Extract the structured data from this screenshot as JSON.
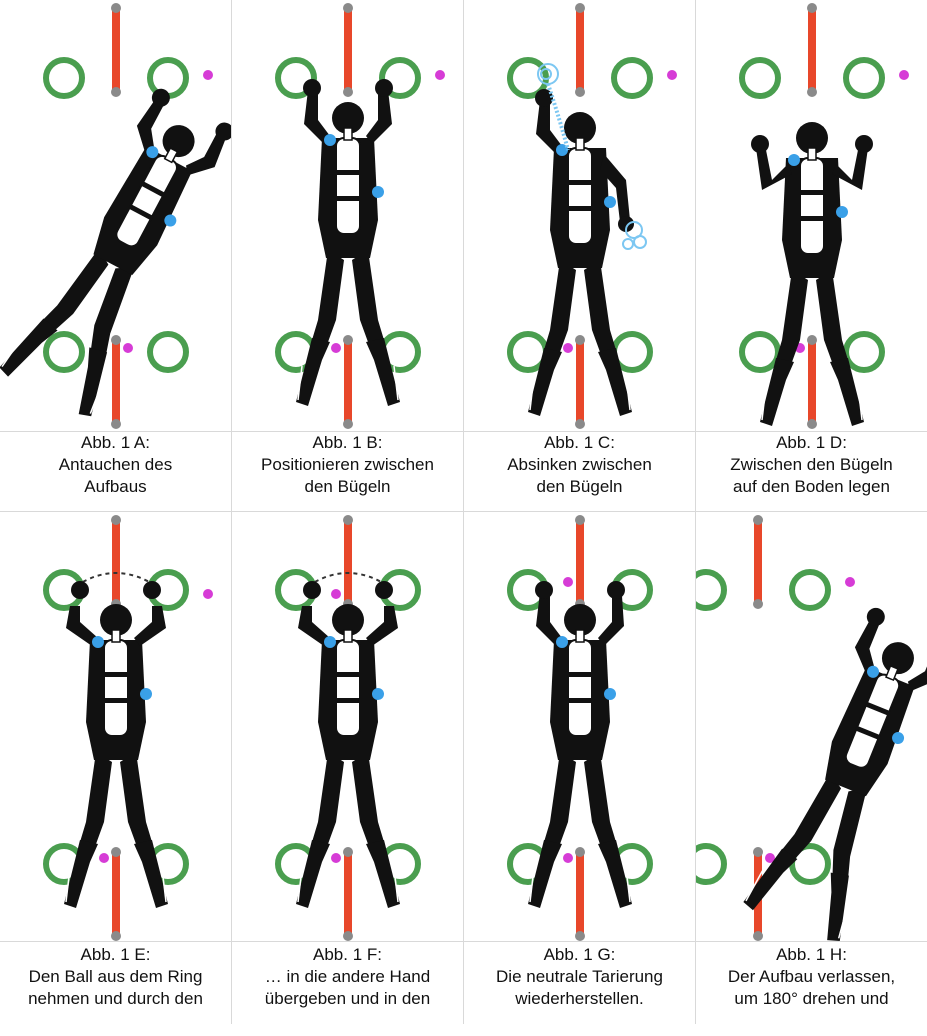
{
  "colors": {
    "ring": "#4a9e4f",
    "bar": "#e8472a",
    "peg": "#8a8a8a",
    "ball": "#d63cd6",
    "diver": "#111111",
    "tank": "#ffffff",
    "gear": "#3aa0e8",
    "bubbles": "#7cc7f2"
  },
  "panels": [
    {
      "id": "A",
      "line1": "Abb. 1 A:",
      "line2": "Antauchen des",
      "line3": "Aufbaus",
      "diver_icon": "diver-approaching-icon"
    },
    {
      "id": "B",
      "line1": "Abb. 1 B:",
      "line2": "Positionieren zwischen",
      "line3": "den Bügeln",
      "diver_icon": "diver-positioning-icon"
    },
    {
      "id": "C",
      "line1": "Abb. 1 C:",
      "line2": "Absinken zwischen",
      "line3": "den Bügeln",
      "diver_icon": "diver-descending-icon"
    },
    {
      "id": "D",
      "line1": "Abb. 1 D:",
      "line2": "Zwischen den Bügeln",
      "line3": "auf den Boden legen",
      "diver_icon": "diver-lying-icon"
    },
    {
      "id": "E",
      "line1": "Abb. 1 E:",
      "line2": "Den Ball aus dem Ring",
      "line3": "nehmen und durch den",
      "diver_icon": "diver-taking-ball-icon"
    },
    {
      "id": "F",
      "line1": "Abb. 1 F:",
      "line2": "… in die andere Hand",
      "line3": "übergeben und in den",
      "diver_icon": "diver-handing-ball-icon"
    },
    {
      "id": "G",
      "line1": "Abb. 1 G:",
      "line2": "Die neutrale Tarierung",
      "line3": "wiederherstellen.",
      "diver_icon": "diver-neutral-buoyancy-icon"
    },
    {
      "id": "H",
      "line1": "Abb. 1 H:",
      "line2": "Der Aufbau verlassen,",
      "line3": "um 180° drehen und",
      "diver_icon": "diver-leaving-icon"
    }
  ]
}
